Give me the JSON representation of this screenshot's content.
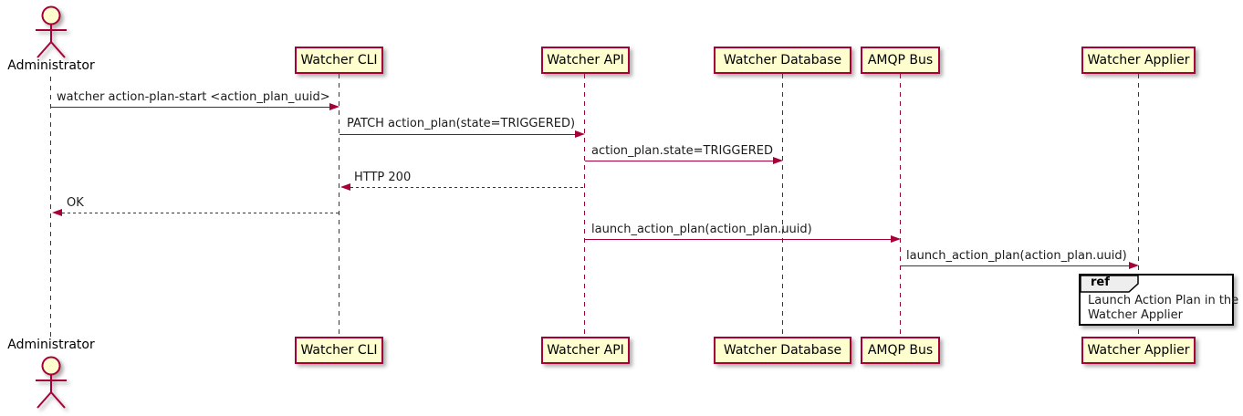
{
  "diagram": {
    "type": "sequence",
    "colors": {
      "participant_fill": "#FEFECE",
      "participant_border": "#A80036",
      "line": "#A80036",
      "ref_header_fill": "#EEEEEE",
      "ref_border": "#000000",
      "text": "#1c1c1c"
    },
    "actor": {
      "name": "Administrator"
    },
    "participants": [
      {
        "name": "Watcher CLI"
      },
      {
        "name": "Watcher API"
      },
      {
        "name": "Watcher Database"
      },
      {
        "name": "AMQP Bus"
      },
      {
        "name": "Watcher Applier"
      }
    ],
    "messages": [
      {
        "from": "Administrator",
        "to": "Watcher CLI",
        "text": "watcher action-plan-start <action_plan_uuid>",
        "style": "solid",
        "direction": "right"
      },
      {
        "from": "Watcher CLI",
        "to": "Watcher API",
        "text": "PATCH action_plan(state=TRIGGERED)",
        "style": "solid",
        "direction": "right"
      },
      {
        "from": "Watcher API",
        "to": "Watcher Database",
        "text": "action_plan.state=TRIGGERED",
        "style": "solid",
        "direction": "right"
      },
      {
        "from": "Watcher API",
        "to": "Watcher CLI",
        "text": "HTTP 200",
        "style": "dashed",
        "direction": "left"
      },
      {
        "from": "Watcher CLI",
        "to": "Administrator",
        "text": "OK",
        "style": "dashed",
        "direction": "left"
      },
      {
        "from": "Watcher API",
        "to": "AMQP Bus",
        "text": "launch_action_plan(action_plan.uuid)",
        "style": "solid",
        "direction": "right"
      },
      {
        "from": "AMQP Bus",
        "to": "Watcher Applier",
        "text": "launch_action_plan(action_plan.uuid)",
        "style": "solid",
        "direction": "right"
      }
    ],
    "ref": {
      "keyword": "ref",
      "lines": [
        "Launch Action Plan in the",
        "Watcher Applier"
      ]
    }
  }
}
